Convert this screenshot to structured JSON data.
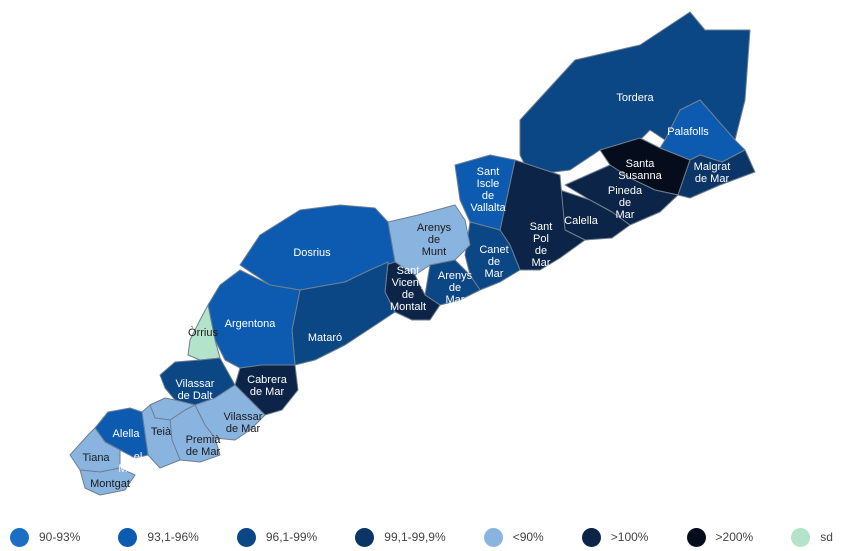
{
  "colors": {
    "c90_93": "#1a6fc4",
    "c93_96": "#0d5bb0",
    "c96_99": "#0b4685",
    "c99_999": "#0a3566",
    "clt90": "#8ab4e0",
    "cgt100": "#0b2447",
    "cgt200": "#050d1c",
    "csd": "#b3e4c9"
  },
  "municipalities": [
    {
      "key": "tordera",
      "label": "Tordera",
      "cls": "c96_99"
    },
    {
      "key": "palafolls",
      "label": "Palafolls",
      "cls": "c93_96"
    },
    {
      "key": "santa_susanna",
      "label": "Santa\nSusanna",
      "cls": "cgt200"
    },
    {
      "key": "malgrat",
      "label": "Malgrat\nde Mar",
      "cls": "c99_999"
    },
    {
      "key": "pineda",
      "label": "Pineda\nde\nMar",
      "cls": "cgt100"
    },
    {
      "key": "calella",
      "label": "Calella",
      "cls": "cgt100"
    },
    {
      "key": "sant_pol",
      "label": "Sant\nPol\nde\nMar",
      "cls": "cgt100"
    },
    {
      "key": "sant_iscle",
      "label": "Sant\nIscle\nde\nVallalta",
      "cls": "c93_96"
    },
    {
      "key": "canet",
      "label": "Canet\nde\nMar",
      "cls": "c96_99"
    },
    {
      "key": "arenys_munt",
      "label": "Arenys\nde\nMunt",
      "cls": "clt90"
    },
    {
      "key": "arenys_mar",
      "label": "Arenys\nde\nMar",
      "cls": "c96_99"
    },
    {
      "key": "sant_vicenc",
      "label": "Sant\nVicenç\nde\nMontalt",
      "cls": "cgt100"
    },
    {
      "key": "dosrius",
      "label": "Dosrius",
      "cls": "c93_96"
    },
    {
      "key": "mataro",
      "label": "Mataró",
      "cls": "c96_99"
    },
    {
      "key": "argentona",
      "label": "Argentona",
      "cls": "c93_96"
    },
    {
      "key": "orrius",
      "label": "Òrrius",
      "cls": "csd"
    },
    {
      "key": "cabrera",
      "label": "Cabrera\nde Mar",
      "cls": "cgt100"
    },
    {
      "key": "vilassar_dalt",
      "label": "Vilassar\nde Dalt",
      "cls": "c96_99"
    },
    {
      "key": "vilassar_mar",
      "label": "Vilassar\nde Mar",
      "cls": "clt90"
    },
    {
      "key": "premia_mar",
      "label": "Premià\nde Mar",
      "cls": "clt90"
    },
    {
      "key": "premia_dalt",
      "label": "",
      "cls": "clt90"
    },
    {
      "key": "teia",
      "label": "Teià",
      "cls": "clt90"
    },
    {
      "key": "alella",
      "label": "Alella",
      "cls": "c93_96"
    },
    {
      "key": "masnou",
      "label": "el\nMasnou",
      "cls": "c93_96"
    },
    {
      "key": "tiana",
      "label": "Tiana",
      "cls": "clt90"
    },
    {
      "key": "montgat",
      "label": "Montgat",
      "cls": "clt90"
    }
  ],
  "legend": [
    {
      "label": "90-93%",
      "cls": "c90_93"
    },
    {
      "label": "93,1-96%",
      "cls": "c93_96"
    },
    {
      "label": "96,1-99%",
      "cls": "c96_99"
    },
    {
      "label": "99,1-99,9%",
      "cls": "c99_999"
    },
    {
      "label": "<90%",
      "cls": "clt90"
    },
    {
      "label": ">100%",
      "cls": "cgt100"
    },
    {
      "label": ">200%",
      "cls": "cgt200"
    },
    {
      "label": "sd",
      "cls": "csd"
    }
  ]
}
